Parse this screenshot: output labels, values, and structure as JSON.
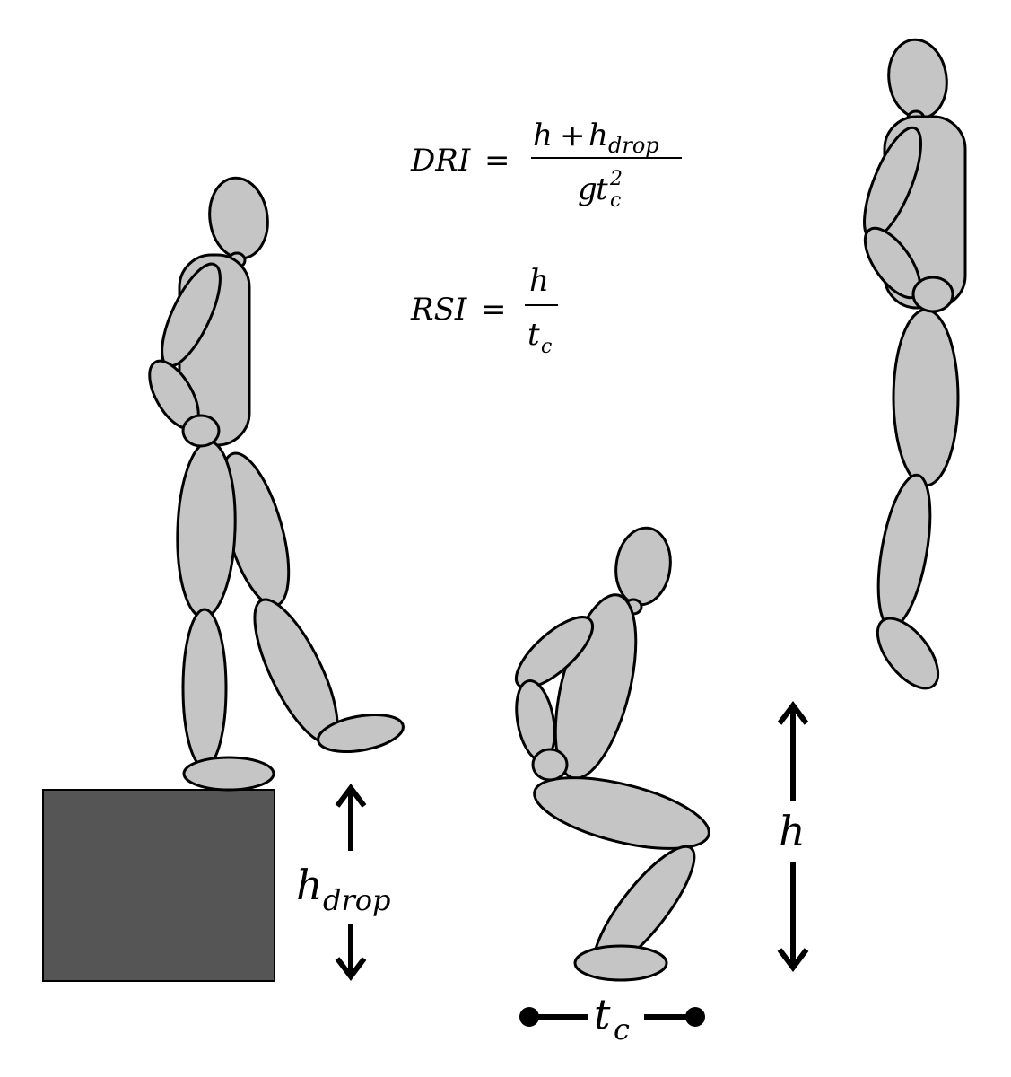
{
  "equations": {
    "dri": {
      "lhs": "DRI",
      "equals": "=",
      "numerator": {
        "h": "h",
        "plus": "+",
        "h_base": "h",
        "h_sub": "drop"
      },
      "denominator": {
        "g": "g",
        "t": "t",
        "t_sub": "c",
        "t_sup": "2"
      }
    },
    "rsi": {
      "lhs": "RSI",
      "equals": "=",
      "numerator": "h",
      "denominator": {
        "t": "t",
        "t_sub": "c"
      }
    }
  },
  "labels": {
    "h_drop": {
      "base": "h",
      "sub": "drop"
    },
    "h_jump": "h",
    "t_contact": {
      "base": "t",
      "sub": "c"
    }
  },
  "colors": {
    "body": "#c5c5c5",
    "outline": "#000000",
    "box": "#555555"
  },
  "icons": [
    "up-down-arrow-icon",
    "dumbbell-line-icon"
  ]
}
